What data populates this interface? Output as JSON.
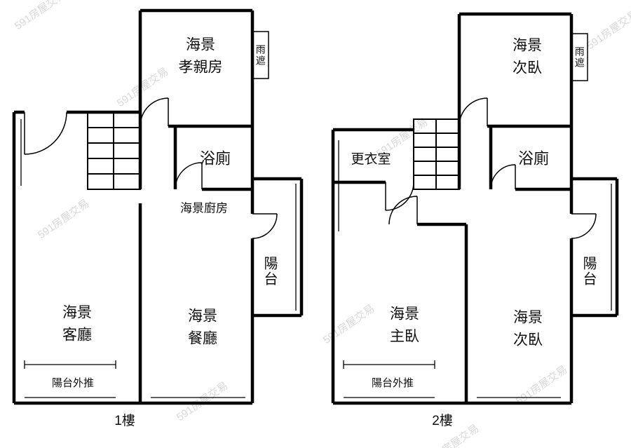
{
  "watermark": {
    "text": "591房屋交易",
    "color": "#d8d8d8"
  },
  "colors": {
    "wall": "#000000",
    "background": "#ffffff",
    "text": "#0f0f0f"
  },
  "floor1": {
    "name": "1樓",
    "rooms": {
      "parents_room": "海景\n孝親房",
      "rain_cover": "雨遮",
      "bathroom": "浴廁",
      "kitchen": "海景廚房",
      "balcony": "陽台",
      "living_room": "海景\n客廳",
      "dining_room": "海景\n餐廳",
      "balcony_pushed_out": "陽台外推"
    }
  },
  "floor2": {
    "name": "2樓",
    "rooms": {
      "second_bedroom_upper": "海景\n次臥",
      "rain_cover": "雨遮",
      "walk_in_closet": "更衣室",
      "bathroom": "浴廁",
      "balcony": "陽台",
      "master_bedroom": "海景\n主臥",
      "second_bedroom": "海景\n次臥",
      "balcony_pushed_out": "陽台外推"
    }
  }
}
